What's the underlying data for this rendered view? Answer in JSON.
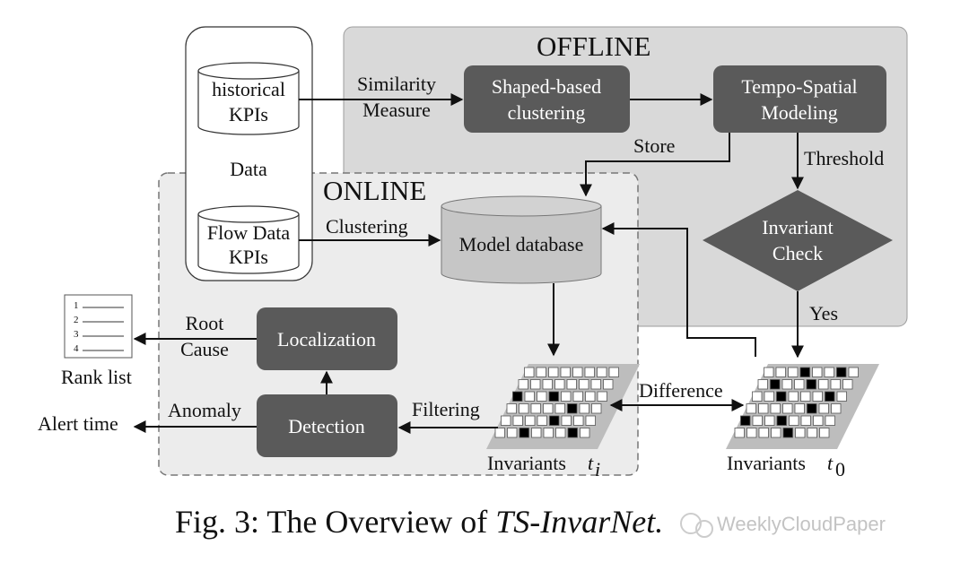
{
  "panels": {
    "offline_title": "OFFLINE",
    "online_title": "ONLINE"
  },
  "data_store": {
    "label": "Data",
    "historical_kpis": [
      "historical",
      "KPIs"
    ],
    "flow_data_kpis": [
      "Flow Data",
      "KPIs"
    ]
  },
  "offline_nodes": {
    "shaped_based_clustering": [
      "Shaped-based",
      "clustering"
    ],
    "tempo_spatial_modeling": [
      "Tempo-Spatial",
      "Modeling"
    ],
    "invariant_check": [
      "Invariant",
      "Check"
    ]
  },
  "online_nodes": {
    "model_database": "Model database",
    "localization": "Localization",
    "detection": "Detection"
  },
  "edge_labels": {
    "similarity_measure": [
      "Similarity",
      "Measure"
    ],
    "store": "Store",
    "threshold": "Threshold",
    "yes": "Yes",
    "clustering": "Clustering",
    "filtering": "Filtering",
    "difference": "Difference",
    "root_cause": [
      "Root",
      "Cause"
    ],
    "anomaly": "Anomaly"
  },
  "outputs": {
    "rank_list": "Rank list",
    "rank_items": [
      "1",
      "2",
      "3",
      "4"
    ],
    "alert_time": "Alert time"
  },
  "invariants": {
    "ti_label": "Invariants",
    "ti_subscript": "i",
    "t0_label": "Invariants",
    "t0_subscript": "0",
    "t_symbol": "t"
  },
  "caption": {
    "prefix": "Fig. 3: The Overview of ",
    "italic": "TS-InvarNet."
  },
  "watermark": "WeeklyCloudPaper",
  "colors": {
    "offline_panel": "#d9d9d9",
    "online_panel": "#ececec",
    "process_box": "#5a5a5a",
    "decision": "#5a5a5a",
    "database": "#c6c6c6",
    "filled_cell": "#000000"
  }
}
